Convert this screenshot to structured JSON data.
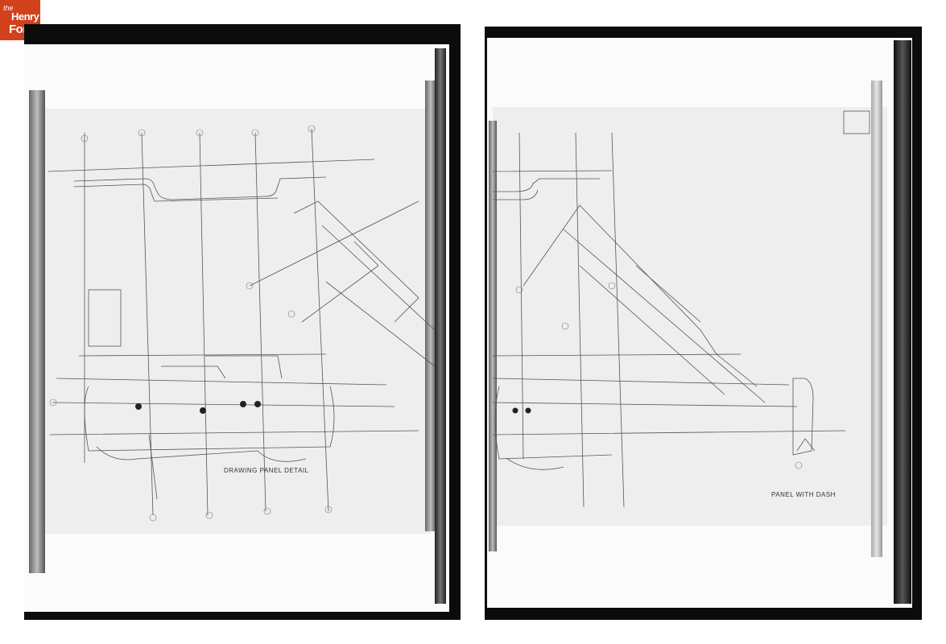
{
  "logo": {
    "line1": "the",
    "line2": "Henry",
    "line3": "Ford",
    "color": "#d2401c"
  },
  "left_sheet": {
    "caption": "DRAWING PANEL DETAIL"
  },
  "right_sheet": {
    "caption": "PANEL WITH DASH"
  }
}
